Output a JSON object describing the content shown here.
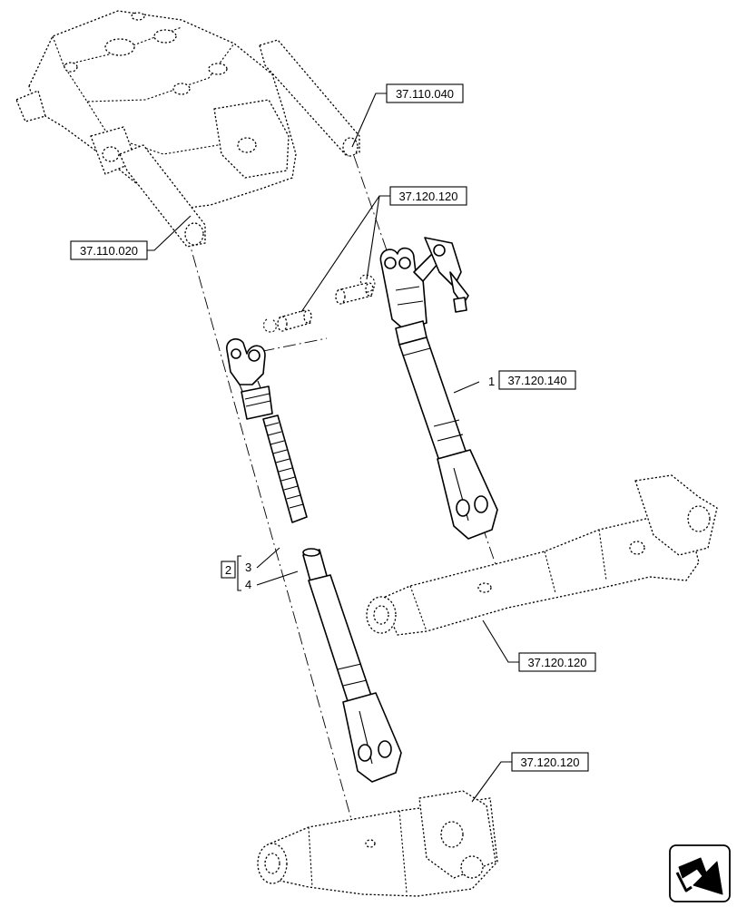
{
  "references": {
    "ref_top_right": "37.110.040",
    "ref_pin": "37.120.120",
    "ref_top_left": "37.110.020",
    "ref_lift_rod": "37.120.140",
    "ref_arm_right": "37.120.120",
    "ref_arm_bottom": "37.120.120"
  },
  "callouts": {
    "item_1": "1",
    "item_2": "2",
    "item_3": "3",
    "item_4": "4"
  },
  "icon": "next-page-arrow-icon"
}
